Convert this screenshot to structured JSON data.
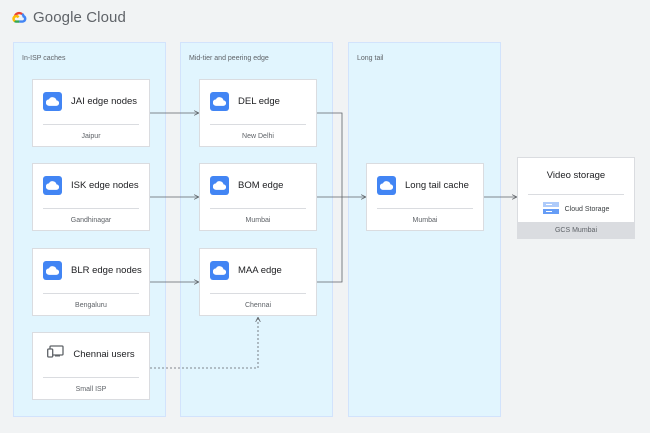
{
  "header": {
    "logo_text": "Google Cloud"
  },
  "columns": {
    "isp": {
      "title": "In-ISP caches"
    },
    "mid": {
      "title": "Mid-tier and peering edge"
    },
    "tail": {
      "title": "Long tail"
    }
  },
  "isp_cards": [
    {
      "title": "JAI edge nodes",
      "subtitle": "Jaipur",
      "icon": "cloud-icon"
    },
    {
      "title": "ISK edge nodes",
      "subtitle": "Gandhinagar",
      "icon": "cloud-icon"
    },
    {
      "title": "BLR edge nodes",
      "subtitle": "Bengaluru",
      "icon": "cloud-icon"
    },
    {
      "title": "Chennai users",
      "subtitle": "Small ISP",
      "icon": "devices-icon"
    }
  ],
  "mid_cards": [
    {
      "title": "DEL edge",
      "subtitle": "New Delhi",
      "icon": "cloud-icon"
    },
    {
      "title": "BOM edge",
      "subtitle": "Mumbai",
      "icon": "cloud-icon"
    },
    {
      "title": "MAA edge",
      "subtitle": "Chennai",
      "icon": "cloud-icon"
    }
  ],
  "tail_card": {
    "title": "Long tail cache",
    "subtitle": "Mumbai",
    "icon": "cloud-icon"
  },
  "storage": {
    "title": "Video storage",
    "product": "Cloud Storage",
    "footer": "GCS Mumbai",
    "icon": "cloud-storage-icon"
  },
  "colors": {
    "column_bg": "#e1f5fe",
    "icon_blue": "#4285f4",
    "connector": "#5f6368"
  }
}
